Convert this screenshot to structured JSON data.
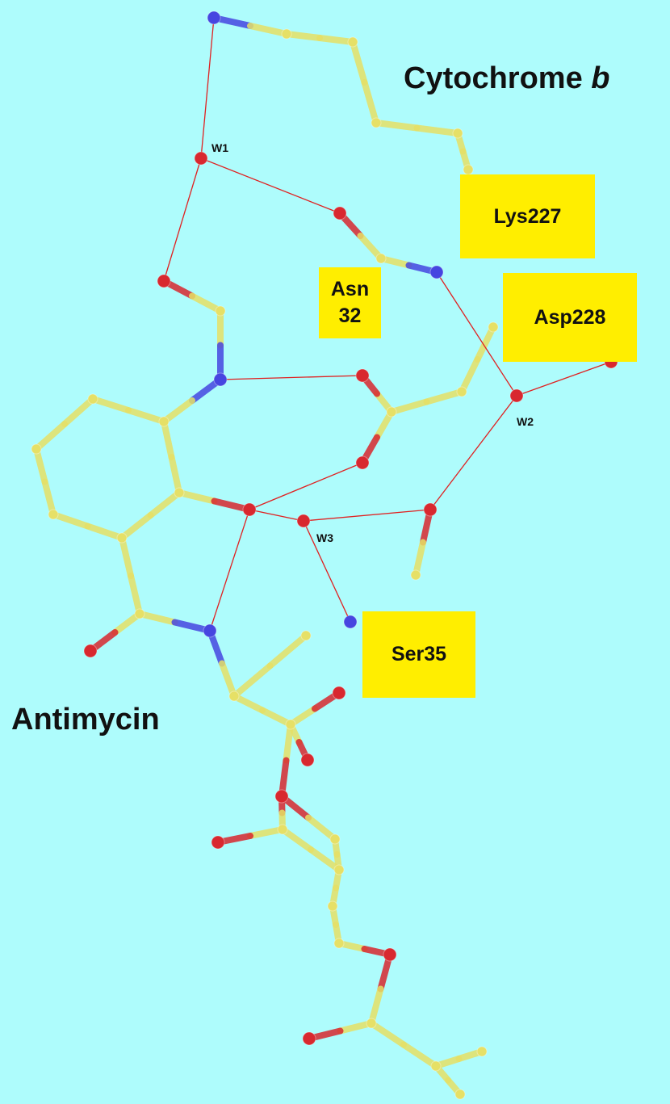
{
  "labels": {
    "cytochrome_prefix": "Cytochrome ",
    "cytochrome_italic": "b",
    "antimycin": "Antimycin",
    "lys": "Lys227",
    "asp": "Asp228",
    "ser": "Ser35",
    "asn_line1": "Asn",
    "asn_line2": "32",
    "w1": "W1",
    "w2": "W2",
    "w3": "W3"
  },
  "colors": {
    "background": "#aefcfc",
    "label_box": "#ffee00",
    "carbon": "#e6e066",
    "oxygen": "#d8282f",
    "nitrogen": "#4646e0",
    "hbond": "#e02020"
  }
}
